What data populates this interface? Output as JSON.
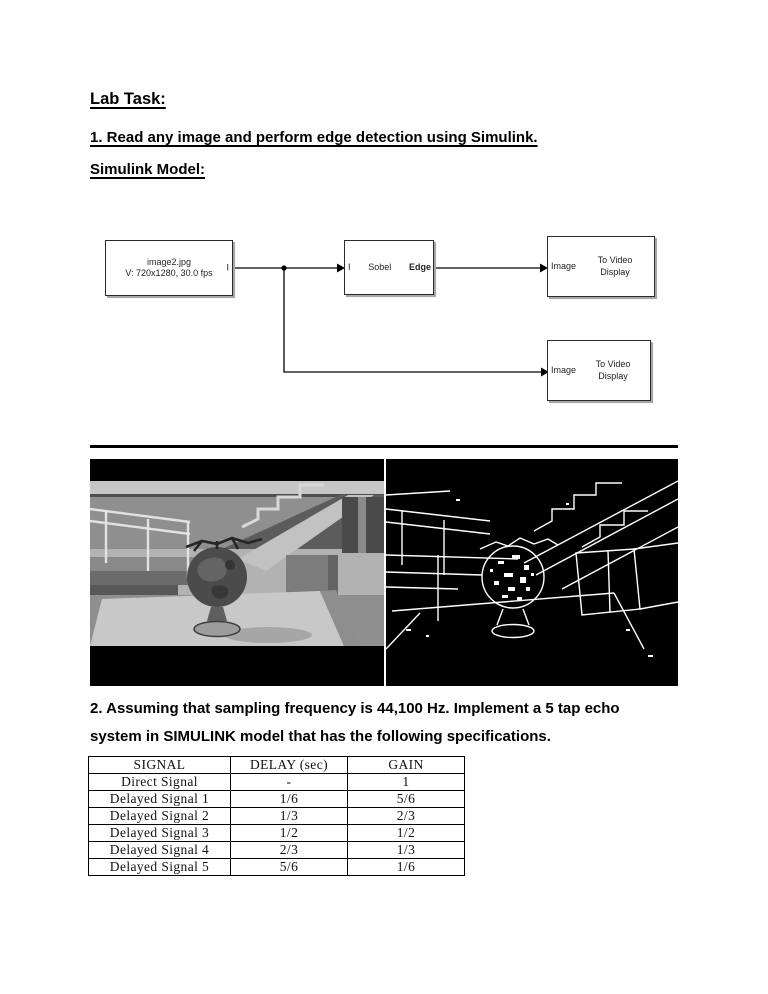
{
  "page": {
    "title": "Lab Task:",
    "task1": "1. Read any image and perform edge detection using Simulink.",
    "model_label": "Simulink Model:",
    "task2": "2. Assuming that sampling frequency is 44,100 Hz. Implement a 5 tap echo system in SIMULINK model that has the following specifications."
  },
  "diagram": {
    "source_block": {
      "line1": "image2.jpg",
      "line2": "V: 720x1280, 30.0 fps",
      "port_out": "I"
    },
    "sobel_block": {
      "port_in": "I",
      "label": "Sobel",
      "port_out": "Edge"
    },
    "video_block_top": {
      "port_in": "Image",
      "label_line1": "To Video",
      "label_line2": "Display"
    },
    "video_block_bottom": {
      "port_in": "Image",
      "label_line1": "To Video",
      "label_line2": "Display"
    }
  },
  "images": {
    "left": "original grayscale frame: globe on table in stair lobby",
    "right": "Sobel edge-detected frame: white edges on black"
  },
  "table": {
    "headers": [
      "SIGNAL",
      "DELAY (sec)",
      "GAIN"
    ],
    "rows": [
      [
        "Direct Signal",
        "-",
        "1"
      ],
      [
        "Delayed Signal 1",
        "1/6",
        "5/6"
      ],
      [
        "Delayed Signal 2",
        "1/3",
        "2/3"
      ],
      [
        "Delayed Signal 3",
        "1/2",
        "1/2"
      ],
      [
        "Delayed Signal 4",
        "2/3",
        "1/3"
      ],
      [
        "Delayed Signal 5",
        "5/6",
        "1/6"
      ]
    ]
  },
  "colors": {
    "page_bg": "#ffffff",
    "text": "#000000",
    "block_border": "#2b2b2b",
    "wire": "#000000",
    "edge_stroke": "#ffffff"
  }
}
